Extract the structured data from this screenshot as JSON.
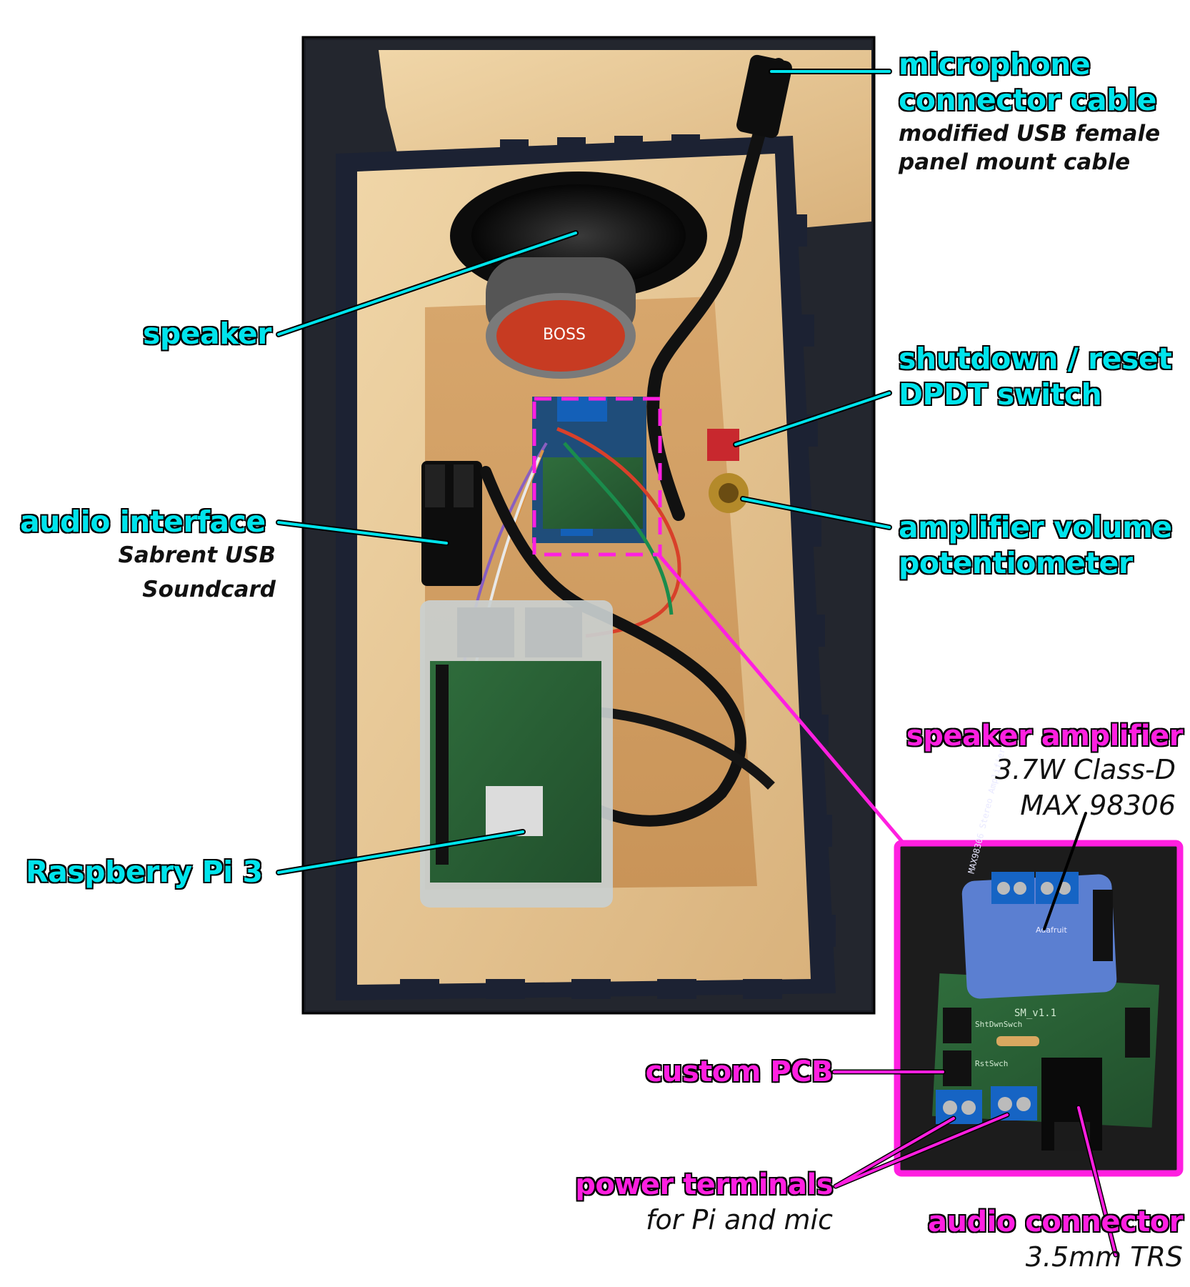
{
  "labels": {
    "microphone": {
      "title_1": "microphone",
      "title_2": "connector cable",
      "sub_1": "modified USB female",
      "sub_2": "panel mount cable"
    },
    "speaker": {
      "title": "speaker"
    },
    "shutdown": {
      "title_1": "shutdown / reset",
      "title_2": "DPDT switch"
    },
    "audio_interface": {
      "title": "audio interface",
      "sub_1": "Sabrent USB",
      "sub_2": "Soundcard"
    },
    "potentiometer": {
      "title_1": "amplifier volume",
      "title_2": "potentiometer"
    },
    "raspberry_pi": {
      "title": "Raspberry Pi 3"
    },
    "amplifier": {
      "title": "speaker amplifier",
      "sub_1": "3.7W Class-D",
      "sub_2": "MAX 98306"
    },
    "pcb": {
      "title": "custom PCB"
    },
    "power": {
      "title": "power terminals",
      "sub": "for Pi and mic"
    },
    "audio_connector": {
      "title": "audio connector",
      "sub": "3.5mm TRS"
    }
  },
  "board_text": {
    "max_chip": "MAX98306 Stereo Amplifier",
    "brand": "Adafruit",
    "pcb_version": "SM_v1.1",
    "shutdown_switch": "ShtDwnSwch",
    "reset_switch": "RstSwch",
    "speaker_brand": "BOSS"
  },
  "colors": {
    "cyan": "#00e4ec",
    "magenta": "#ff1fe0",
    "wood": "#e9c99a",
    "box_frame": "#1c2233"
  }
}
